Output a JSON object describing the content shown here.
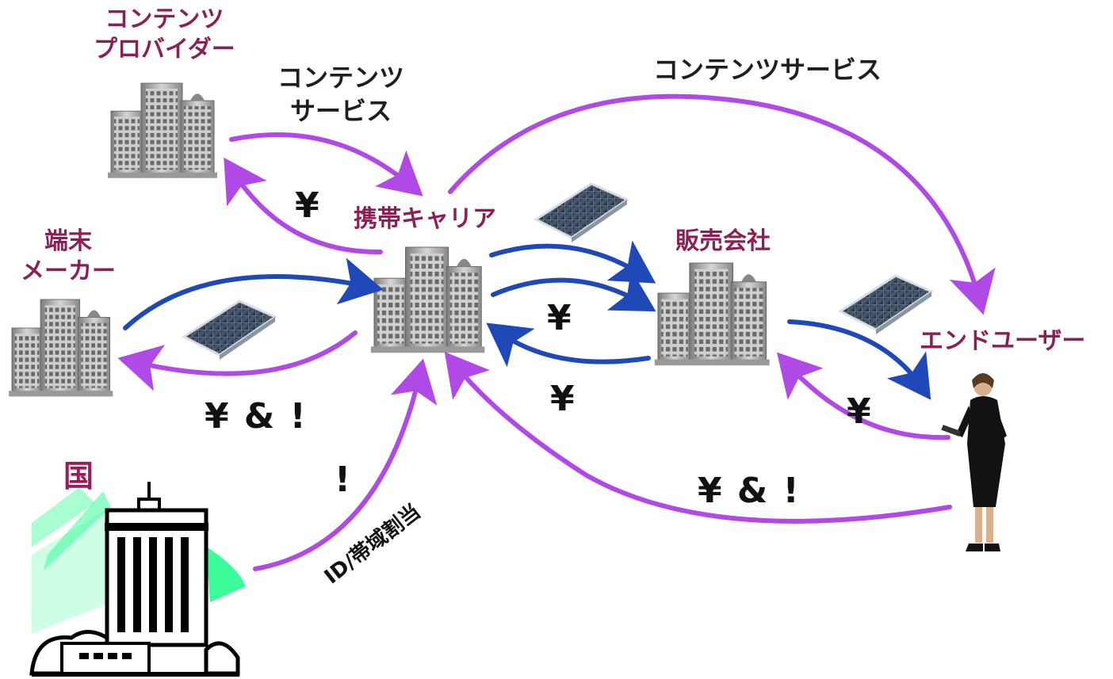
{
  "entities": {
    "content_provider": [
      "コンテンツ",
      "プロバイダー"
    ],
    "carrier": "携帯キャリア",
    "maker": [
      "端末",
      "メーカー"
    ],
    "sales": "販売会社",
    "end_user": "エンドユーザー",
    "government": "国"
  },
  "flows": {
    "content_service_short": [
      "コンテンツ",
      "サービス"
    ],
    "content_service_long": "コンテンツサービス",
    "id_band": "ID/帯域割当",
    "money_cp": "¥",
    "money_maker": "¥ & !",
    "money_sales_1": "¥",
    "money_sales_2": "¥",
    "money_user_sales": "¥",
    "money_user_carrier": "¥ & !",
    "gov_exclaim": "!"
  },
  "colors": {
    "entity_label": "#8c1f55",
    "government_label": "#9b1c5a",
    "service_arrow": "#b049e6",
    "device_arrow": "#1f49b8",
    "building_gray": "#9a9a9a",
    "gov_rays": "#3dfc9a"
  },
  "icons": [
    "office-building-icon",
    "solar-panel-device-icon",
    "government-building-icon",
    "businesswoman-icon"
  ]
}
